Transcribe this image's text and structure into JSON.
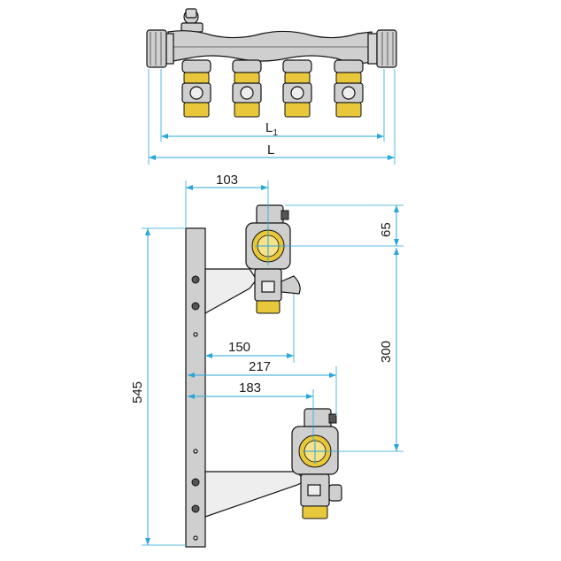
{
  "dimensions": {
    "L1": {
      "main": "L",
      "sub": "1"
    },
    "L": "L",
    "d103": "103",
    "d65": "65",
    "d300": "300",
    "d545": "545",
    "d150": "150",
    "d217": "217",
    "d183": "183"
  },
  "colors": {
    "dimension_line": "#29a7d8",
    "brass": "#e8c83a",
    "steel": "#cfcfcf",
    "outline": "#111111"
  }
}
